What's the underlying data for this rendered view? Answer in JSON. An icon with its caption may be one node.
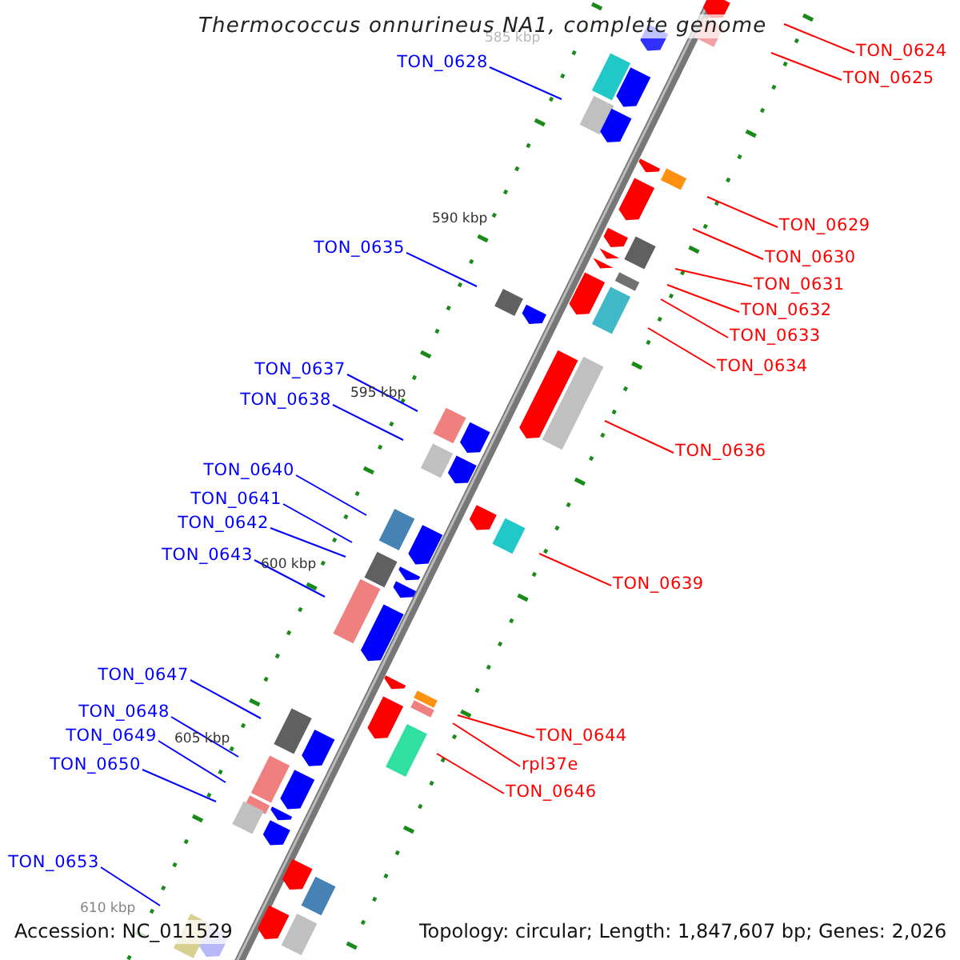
{
  "diagram": {
    "title": "Thermococcus onnurineus NA1, complete genome",
    "nodes": [
      {
        "text": [
          "TON_0624"
        ]
      },
      {
        "text": [
          "TON_0628"
        ]
      },
      {
        "text": [
          "TON_0625"
        ]
      },
      {
        "text": [
          "TON_0629"
        ]
      },
      {
        "text": [
          "TON_0635"
        ]
      },
      {
        "text": [
          "TON_0630"
        ]
      },
      {
        "text": [
          "TON_0631"
        ]
      },
      {
        "text": [
          "TON_0632"
        ]
      },
      {
        "text": [
          "TON_0633"
        ]
      },
      {
        "text": [
          "TON_0634"
        ]
      },
      {
        "text": [
          "TON_0637"
        ]
      },
      {
        "text": [
          "TON_0638"
        ]
      },
      {
        "text": [
          "TON_0636"
        ]
      },
      {
        "text": [
          "TON_0640"
        ]
      },
      {
        "text": [
          "TON_0641"
        ]
      },
      {
        "text": [
          "TON_0642"
        ]
      },
      {
        "text": [
          "TON_0643"
        ]
      },
      {
        "text": [
          "TON_0639"
        ]
      },
      {
        "text": [
          "TON_0647"
        ]
      },
      {
        "text": [
          "TON_0648"
        ]
      },
      {
        "text": [
          "TON_0644"
        ]
      },
      {
        "text": [
          "TON_0649"
        ]
      },
      {
        "text": [
          "rpl37e"
        ]
      },
      {
        "text": [
          "TON_0650"
        ]
      },
      {
        "text": [
          "TON_0646"
        ]
      },
      {
        "text": [
          "TON_0653"
        ]
      }
    ],
    "edges": [
      {
        "from": 0,
        "to": null,
        "arrow": "none",
        "color": "#ff0000"
      },
      {
        "from": 1,
        "to": null,
        "arrow": "none",
        "color": "#0000ff"
      },
      {
        "from": 2,
        "to": null,
        "arrow": "none",
        "color": "#ff0000"
      },
      {
        "from": 3,
        "to": null,
        "arrow": "none",
        "color": "#ff0000"
      },
      {
        "from": 4,
        "to": null,
        "arrow": "none",
        "color": "#0000ff"
      },
      {
        "from": 5,
        "to": null,
        "arrow": "none",
        "color": "#ff0000"
      },
      {
        "from": 6,
        "to": null,
        "arrow": "none",
        "color": "#ff0000"
      },
      {
        "from": 7,
        "to": null,
        "arrow": "none",
        "color": "#ff0000"
      },
      {
        "from": 8,
        "to": null,
        "arrow": "none",
        "color": "#ff0000"
      },
      {
        "from": 9,
        "to": null,
        "arrow": "none",
        "color": "#ff0000"
      },
      {
        "from": 10,
        "to": null,
        "arrow": "none",
        "color": "#0000ff"
      },
      {
        "from": 11,
        "to": null,
        "arrow": "none",
        "color": "#0000ff"
      },
      {
        "from": 12,
        "to": null,
        "arrow": "none",
        "color": "#ff0000"
      },
      {
        "from": 13,
        "to": null,
        "arrow": "none",
        "color": "#0000ff"
      },
      {
        "from": 14,
        "to": null,
        "arrow": "none",
        "color": "#0000ff"
      },
      {
        "from": 15,
        "to": null,
        "arrow": "none",
        "color": "#0000ff"
      },
      {
        "from": 16,
        "to": null,
        "arrow": "none",
        "color": "#0000ff"
      },
      {
        "from": 17,
        "to": null,
        "arrow": "none",
        "color": "#ff0000"
      },
      {
        "from": 18,
        "to": null,
        "arrow": "none",
        "color": "#0000ff"
      },
      {
        "from": 19,
        "to": null,
        "arrow": "none",
        "color": "#0000ff"
      },
      {
        "from": 20,
        "to": null,
        "arrow": "none",
        "color": "#ff0000"
      },
      {
        "from": 21,
        "to": null,
        "arrow": "none",
        "color": "#0000ff"
      },
      {
        "from": 22,
        "to": null,
        "arrow": "none",
        "color": "#ff0000"
      },
      {
        "from": 23,
        "to": null,
        "arrow": "none",
        "color": "#0000ff"
      },
      {
        "from": 24,
        "to": null,
        "arrow": "none",
        "color": "#ff0000"
      },
      {
        "from": 25,
        "to": null,
        "arrow": "none",
        "color": "#0000ff"
      }
    ],
    "labels": [
      "585 kbp",
      "590 kbp",
      "595 kbp",
      "600 kbp",
      "605 kbp",
      "610 kbp",
      "Accession: NC_011529",
      "Topology: circular; Length: 1,847,607 bp; Genes: 2,026"
    ]
  }
}
